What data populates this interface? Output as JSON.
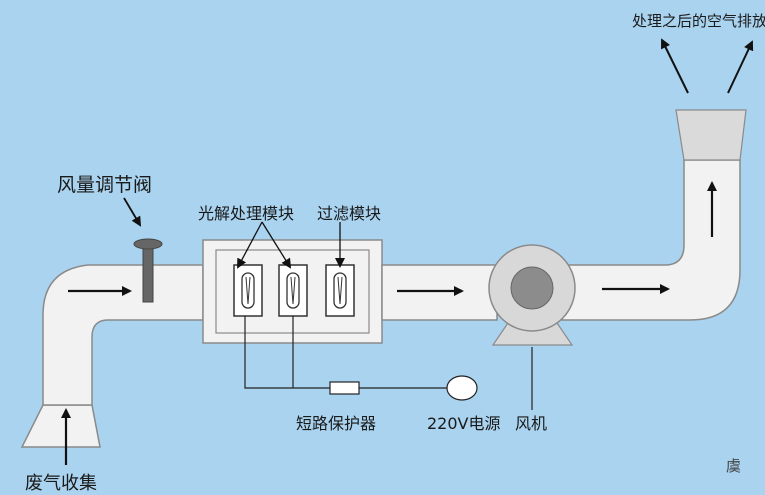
{
  "labels": {
    "exhaust": "处理之后的空气排放",
    "damper": "风量调节阀",
    "uv_module": "光解处理模块",
    "filter_module": "过滤模块",
    "short_circuit_protector": "短路保护器",
    "power_supply": "220V电源",
    "fan": "风机",
    "waste_gas_collection": "废气收集"
  },
  "watermark": "虞",
  "colors": {
    "background": "#a9d3ef",
    "duct_fill": "#f2f2f2",
    "duct_stroke": "#8a8a8a",
    "arrow": "#111111",
    "fan_body": "#d8d8d8",
    "fan_hub": "#8c8c8c"
  }
}
